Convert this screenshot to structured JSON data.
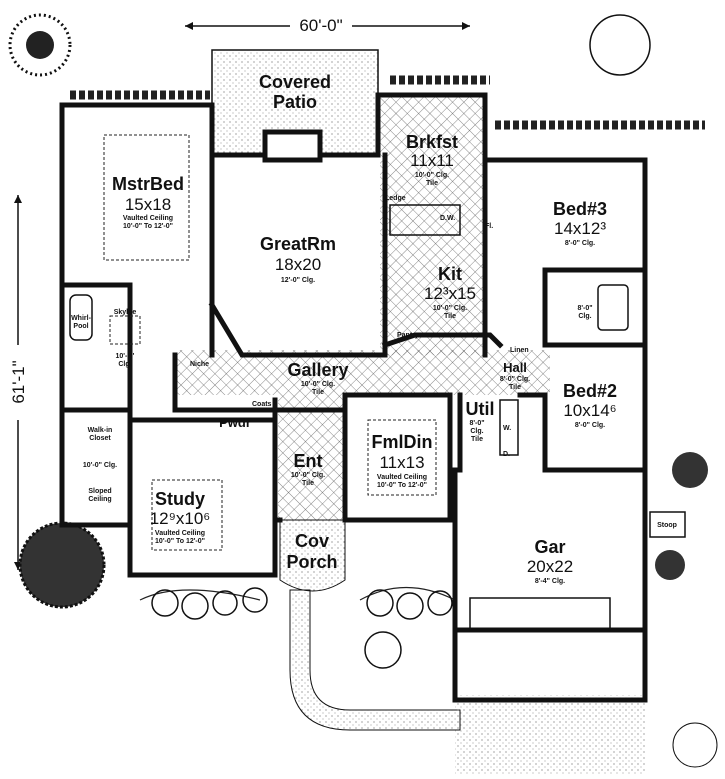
{
  "dimensions": {
    "width_label": "60'-0\"",
    "depth_label": "61'-1\""
  },
  "rooms": {
    "patio": {
      "name": "Covered",
      "name2": "Patio"
    },
    "master": {
      "name": "MstrBed",
      "size": "15x18",
      "note1": "Vaulted Ceiling",
      "note2": "10'-0\" To 12'-0\""
    },
    "great": {
      "name": "GreatRm",
      "size": "18x20",
      "note1": "12'-0\" Clg."
    },
    "brkfst": {
      "name": "Brkfst",
      "size": "11x11",
      "note1": "10'-0\" Clg.",
      "note2": "Tile"
    },
    "kit": {
      "name": "Kit",
      "size": "12³x15",
      "note1": "10'-0\" Clg.",
      "note2": "Tile"
    },
    "bed3": {
      "name": "Bed#3",
      "size": "14x12³",
      "note1": "8'-0\" Clg."
    },
    "bath2": {
      "note1": "8'-0\"",
      "note2": "Clg."
    },
    "mbath": {
      "whirlpool1": "Whirl-",
      "whirlpool2": "Pool",
      "skylite": "Skylite",
      "note1": "10'-0\"",
      "note2": "Clg."
    },
    "gallery": {
      "name": "Gallery",
      "note1": "10'-0\" Clg.",
      "note2": "Tile"
    },
    "hall": {
      "name": "Hall",
      "note1": "8'-0\" Clg.",
      "note2": "Tile"
    },
    "bed2": {
      "name": "Bed#2",
      "size": "10x14⁶",
      "note1": "8'-0\" Clg."
    },
    "util": {
      "name": "Util",
      "note1": "8'-0\"",
      "note2": "Clg.",
      "note3": "Tile",
      "washer": "W.",
      "dryer": "D."
    },
    "closet": {
      "name1": "Walk-in",
      "name2": "Closet",
      "note1": "10'-0\" Clg.",
      "sloped1": "Sloped",
      "sloped2": "Ceiling"
    },
    "pwdr": {
      "name": "Pwdr"
    },
    "ent": {
      "name": "Ent",
      "note1": "10'-0\" Clg.",
      "note2": "Tile"
    },
    "fmldin": {
      "name": "FmlDin",
      "size": "11x13",
      "note1": "Vaulted Ceiling",
      "note2": "10'-0\" To 12'-0\""
    },
    "study": {
      "name": "Study",
      "size": "12⁹x10⁶",
      "note1": "Vaulted Ceiling",
      "note2": "10'-0\" To 12'-0\""
    },
    "porch": {
      "name": "Cov",
      "name2": "Porch"
    },
    "garage": {
      "name": "Gar",
      "size": "20x22",
      "note1": "8'-4\" Clg."
    }
  },
  "labels": {
    "ledge": "Ledge",
    "dw": "D.W.",
    "pantry": "Pantry",
    "linen": "Linen",
    "niche": "Niche",
    "coats": "Coats",
    "stoop": "Stoop",
    "fridge": "Fl."
  }
}
